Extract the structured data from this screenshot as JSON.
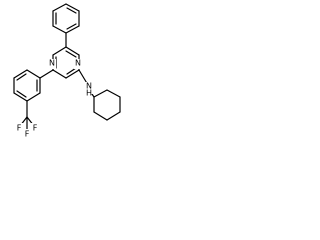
{
  "molecule": {
    "atoms": {
      "n1": "N",
      "n3": "N",
      "nh_n": "N",
      "nh_h": "H",
      "cf3_c1": "F",
      "cf3_c2": "F",
      "cf3_c3": "F"
    }
  }
}
